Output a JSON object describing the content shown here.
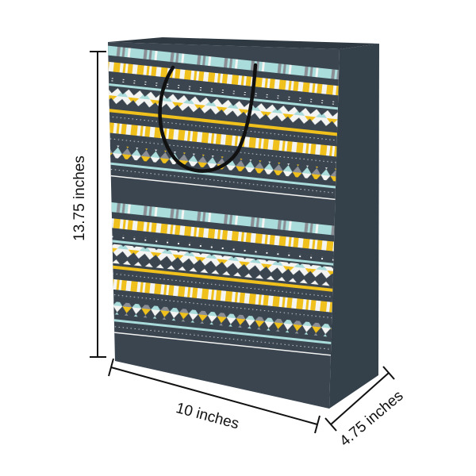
{
  "dimensions": {
    "height_label": "13.75 inches",
    "width_label": "10 inches",
    "depth_label": "4.75 inches"
  },
  "colors": {
    "bag": "#3a4550",
    "bag_side": "#34404a",
    "teal": "#a9dcdb",
    "yellow": "#f0c11c",
    "gray": "#8b8f95",
    "white": "#f4f4f2",
    "handle": "#111111"
  }
}
